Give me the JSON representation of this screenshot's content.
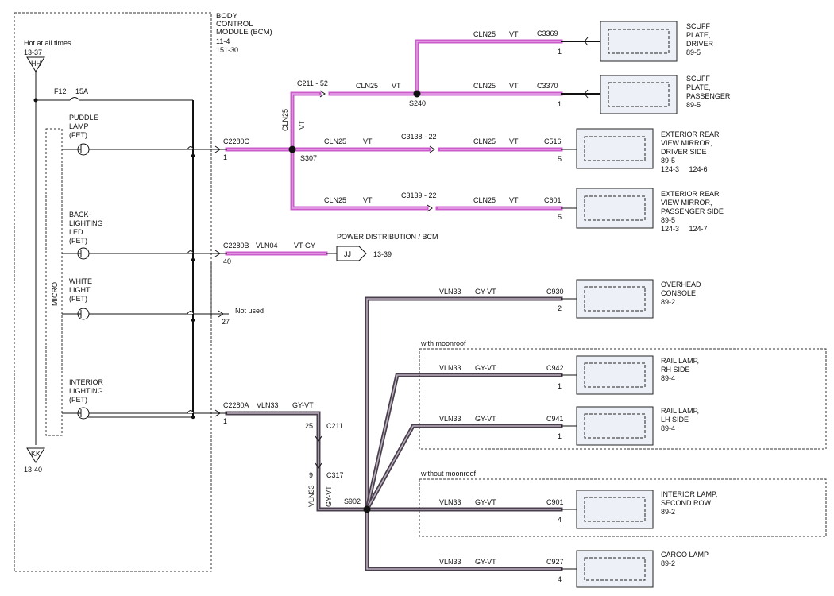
{
  "bcm": {
    "title_lines": [
      "BODY",
      "CONTROL",
      "MODULE (BCM)"
    ],
    "refs": [
      "11-4",
      "151-30"
    ],
    "hot_label": "Hot at all times",
    "hot_ref": "13-37",
    "hot_connector": "HH",
    "fuse": "F12",
    "fuse_rating": "15A",
    "ground_connector": "KK",
    "ground_ref": "13-40",
    "micro_label": "MICRO",
    "outputs": [
      {
        "lines": [
          "PUDDLE",
          "LAMP",
          "(FET)"
        ],
        "connector": "C2280C",
        "pin": "1"
      },
      {
        "lines": [
          "BACK-",
          "LIGHTING",
          "LED",
          "(FET)"
        ],
        "connector": "C2280B",
        "pin": "40"
      },
      {
        "lines": [
          "WHITE",
          "LIGHT",
          "(FET)"
        ],
        "connector": "",
        "pin": "27"
      },
      {
        "lines": [
          "INTERIOR",
          "LIGHTING",
          "(FET)"
        ],
        "connector": "C2280A",
        "pin": "1"
      }
    ]
  },
  "circuits": {
    "cln25": "CLN25",
    "vt": "VT",
    "vln04": "VLN04",
    "vt_gy": "VT-GY",
    "vln33": "VLN33",
    "gy_vt": "GY-VT"
  },
  "labels": {
    "c211_52": "C211 - 52",
    "s240": "S240",
    "s307": "S307",
    "c3138_22": "C3138 - 22",
    "c3139_22": "C3139 - 22",
    "power_dist": "POWER DISTRIBUTION / BCM",
    "jj": "JJ",
    "jj_ref": "13-39",
    "not_used": "Not used",
    "c211": "C211",
    "c211_pin": "25",
    "c317": "C317",
    "c317_pin": "9",
    "s902": "S902",
    "with_moonroof": "with moonroof",
    "without_moonroof": "without moonroof"
  },
  "loads": [
    {
      "name": [
        "SCUFF",
        "PLATE,",
        "DRIVER"
      ],
      "refs": [
        "89-5"
      ],
      "connector": "C3369",
      "pin": "1"
    },
    {
      "name": [
        "SCUFF",
        "PLATE,",
        "PASSENGER"
      ],
      "refs": [
        "89-5"
      ],
      "connector": "C3370",
      "pin": "1"
    },
    {
      "name": [
        "EXTERIOR REAR",
        "VIEW MIRROR,",
        "DRIVER SIDE"
      ],
      "refs": [
        "89-5",
        "124-3     124-6"
      ],
      "connector": "C516",
      "pin": "5"
    },
    {
      "name": [
        "EXTERIOR REAR",
        "VIEW MIRROR,",
        "PASSENGER SIDE"
      ],
      "refs": [
        "89-5",
        "124-3     124-7"
      ],
      "connector": "C601",
      "pin": "5"
    },
    {
      "name": [
        "OVERHEAD",
        "CONSOLE"
      ],
      "refs": [
        "89-2"
      ],
      "connector": "C930",
      "pin": "2"
    },
    {
      "name": [
        "RAIL LAMP,",
        "RH SIDE"
      ],
      "refs": [
        "89-4"
      ],
      "connector": "C942",
      "pin": "1"
    },
    {
      "name": [
        "RAIL LAMP,",
        "LH SIDE"
      ],
      "refs": [
        "89-4"
      ],
      "connector": "C941",
      "pin": "1"
    },
    {
      "name": [
        "INTERIOR LAMP,",
        "SECOND ROW"
      ],
      "refs": [
        "89-2"
      ],
      "connector": "C901",
      "pin": "4"
    },
    {
      "name": [
        "CARGO LAMP"
      ],
      "refs": [
        "89-2"
      ],
      "connector": "C927",
      "pin": "4"
    }
  ]
}
